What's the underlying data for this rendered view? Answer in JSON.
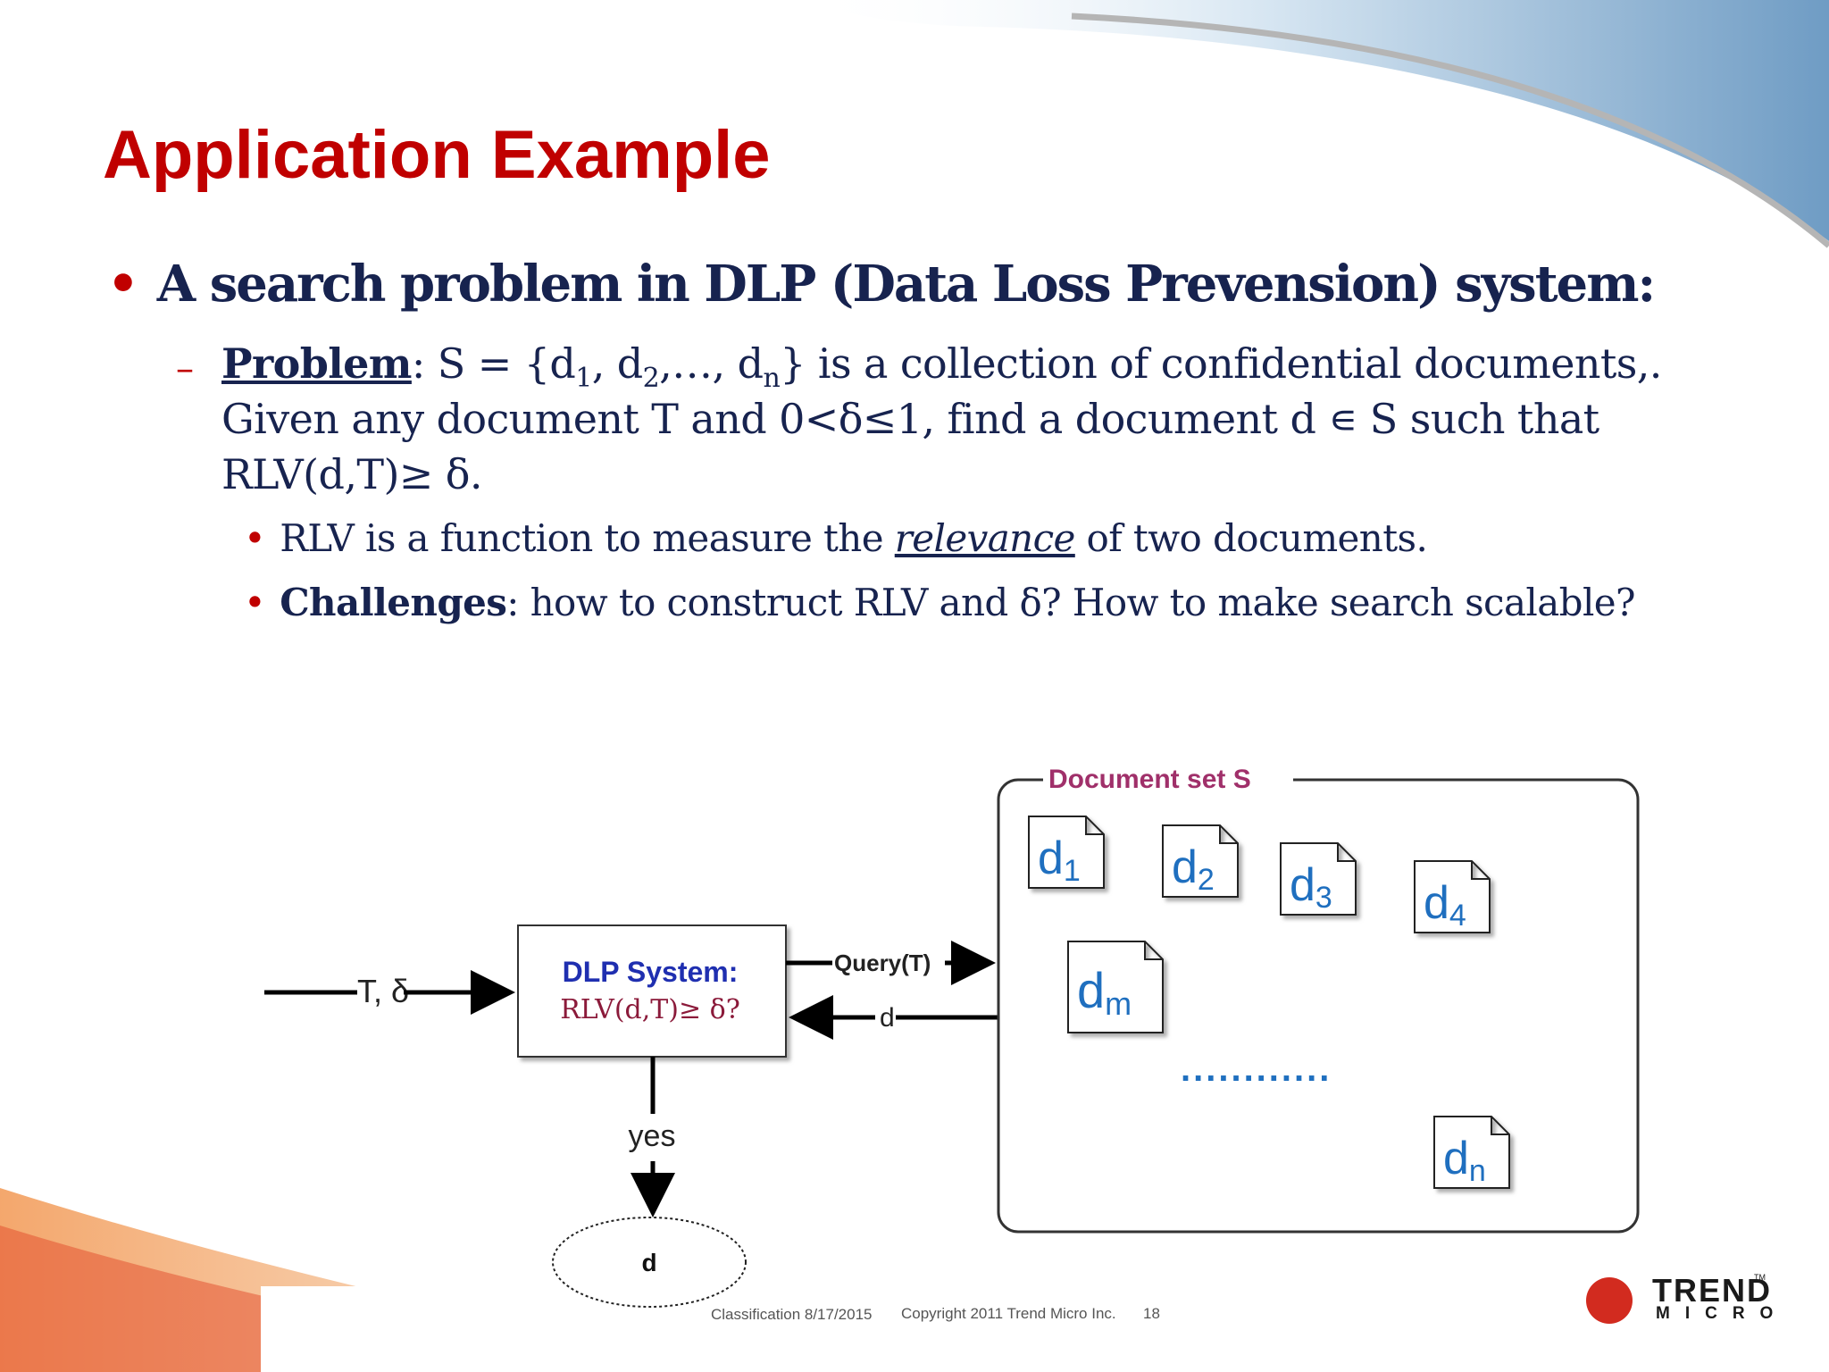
{
  "slide": {
    "title": "Application Example",
    "bullet_main": "A search problem in DLP (Data Loss Prevension) system:",
    "problem_label": "Problem",
    "problem_line1_pre": ":  S = {d",
    "problem_line1_sub1": "1",
    "problem_line1_mid1": ", d",
    "problem_line1_sub2": "2",
    "problem_line1_mid2": ",…, d",
    "problem_line1_sub3": "n",
    "problem_line1_post": "} is a collection of confidential documents,.",
    "problem_line2": "Given any document T and 0<δ≤1,  find a document d ∊ S such that",
    "problem_line3": "RLV(d,T)≥ δ.",
    "sub_bullet1_pre": "RLV is a function to measure the ",
    "sub_bullet1_em": "relevance",
    "sub_bullet1_post": " of two documents.",
    "sub_bullet2_label": "Challenges",
    "sub_bullet2_text": ": how to construct RLV and δ?   How to make search scalable?"
  },
  "diagram": {
    "input_label": "T, δ",
    "dlp_title": "DLP System:",
    "dlp_condition": "RLV(d,T)≥ δ?",
    "query_label": "Query(T)",
    "return_label": "d",
    "yes_label": "yes",
    "output_label": "d",
    "set_label": "Document set S",
    "docs": [
      {
        "base": "d",
        "sub": "1"
      },
      {
        "base": "d",
        "sub": "2"
      },
      {
        "base": "d",
        "sub": "3"
      },
      {
        "base": "d",
        "sub": "4"
      },
      {
        "base": "d",
        "sub": "m"
      },
      {
        "base": "d",
        "sub": "n"
      }
    ],
    "ellipsis": "............"
  },
  "footer": {
    "classification": "Classification 8/17/2015",
    "copyright": "Copyright 2011   Trend Micro Inc.",
    "page": "18"
  },
  "logo": {
    "main": "TREND",
    "sub": "MICRO",
    "tm": "TM"
  },
  "colors": {
    "title": "#c00000",
    "text": "#17234f",
    "bullet": "#c00000",
    "dlp_title": "#1f2fb0",
    "dlp_condition": "#8b1a3a",
    "set_label": "#a0306a",
    "doc_text": "#1f6fbf"
  }
}
